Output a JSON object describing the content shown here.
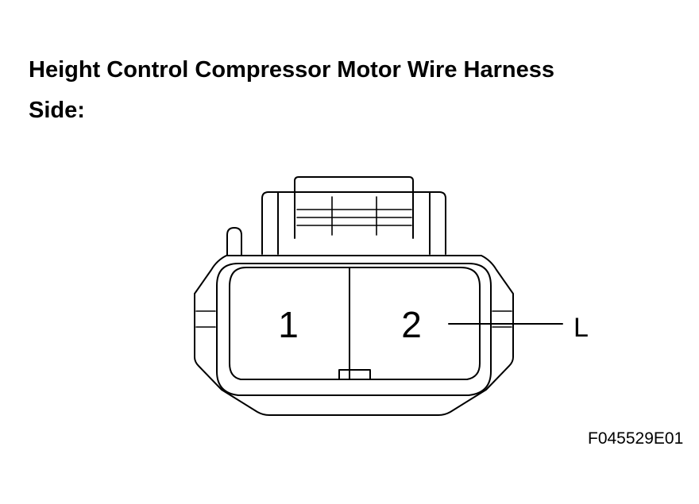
{
  "title_line1": "Height Control Compressor Motor Wire Harness",
  "title_line2": "Side:",
  "connector": {
    "pin1": "1",
    "pin2": "2",
    "wire_color_label": "L"
  },
  "figure_code": "F045529E01",
  "colors": {
    "stroke": "#000000",
    "background": "#ffffff"
  }
}
